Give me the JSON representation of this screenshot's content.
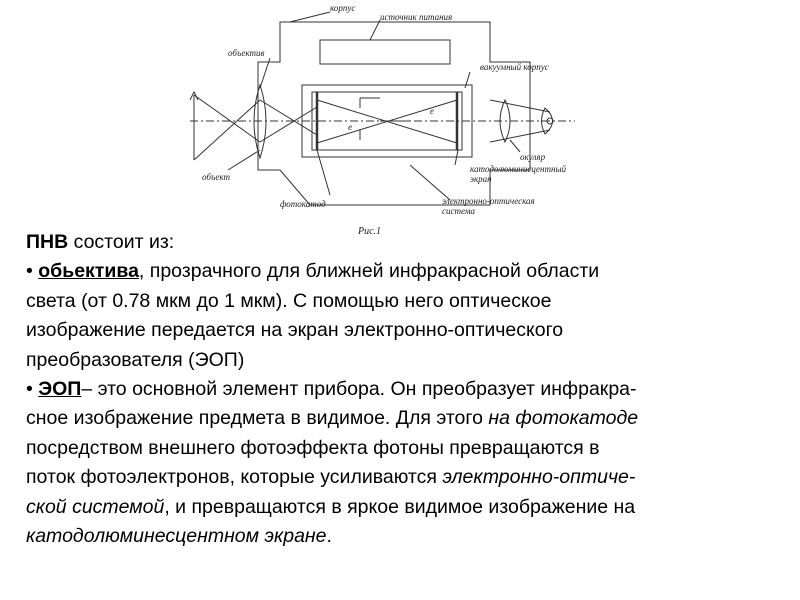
{
  "figure": {
    "labels": {
      "housing": "корпус",
      "power_source": "источник питания",
      "objective": "объектив",
      "vacuum_housing": "вакуумный корпус",
      "object": "объект",
      "eyepiece": "окуляр",
      "screen_line1": "катодолюминисцентный",
      "screen_line2": "экран",
      "photocathode": "фотокатод",
      "eos_line1": "электронно-оптическая",
      "eos_line2": "система",
      "electron_left": "e",
      "electron_right": "e"
    },
    "caption": "Рис.1"
  },
  "text": {
    "heading_bold": "ПНВ",
    "heading_rest": " состоит из:",
    "bullet": "• ",
    "item1_term": "обьектива",
    "item1_l1": ", прозрачного для ближней инфракрасной области",
    "item1_l2": "света (от 0.78 мкм до 1 мкм). С помощью него оптическое",
    "item1_l3": "изображение передается на экран электронно-оптического",
    "item1_l4": "преобразователя (ЭОП)",
    "item2_term": "ЭОП",
    "item2_l1": "– это основной элемент прибора. Он преобразует инфракра-",
    "item2_l2a": "сное изображение предмета в видимое. Для этого ",
    "item2_l2b": "на фотокатоде",
    "item2_l3": "посредством внешнего фотоэффекта фотоны превращаются в",
    "item2_l4a": "поток фотоэлектронов, которые усиливаются ",
    "item2_l4b": "электронно-оптиче-",
    "item2_l5a": "ской системой",
    "item2_l5b": ", и превращаются в яркое видимое изображение на",
    "item2_l6a": "катодолюминесцентном экране",
    "item2_l6b": "."
  }
}
